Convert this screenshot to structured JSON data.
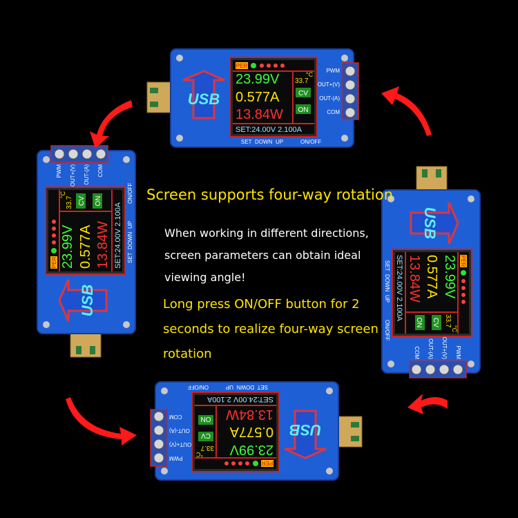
{
  "headline": "Screen supports four-way rotation",
  "description": [
    "When working in different directions,",
    "screen parameters can obtain ideal",
    "viewing angle!"
  ],
  "instruction": [
    "Long press ON/OFF button for 2",
    "seconds to realize four-way screen",
    "rotation"
  ],
  "module": {
    "logo": "USB",
    "screen": {
      "per": "PER",
      "voltage": "23.99V",
      "current": "0.577A",
      "power": "13.84W",
      "temperature": "33.7",
      "temp_unit": "°C",
      "cv": "CV",
      "on": "ON",
      "set_line": "SET:24.00V 2.100A"
    },
    "terminals": [
      "PWM",
      "OUT+(V)",
      "OUT-(A)",
      "COM"
    ],
    "buttons": [
      "SET",
      "DOWN",
      "UP",
      "ON/OFF"
    ]
  },
  "colors": {
    "board": "#1f5fd6",
    "voltage": "#3cff3c",
    "current": "#ffe600",
    "power": "#ff3030",
    "set_line": "#9fe8ff",
    "arrow": "#ff1a1a",
    "title": "#ffe600"
  }
}
